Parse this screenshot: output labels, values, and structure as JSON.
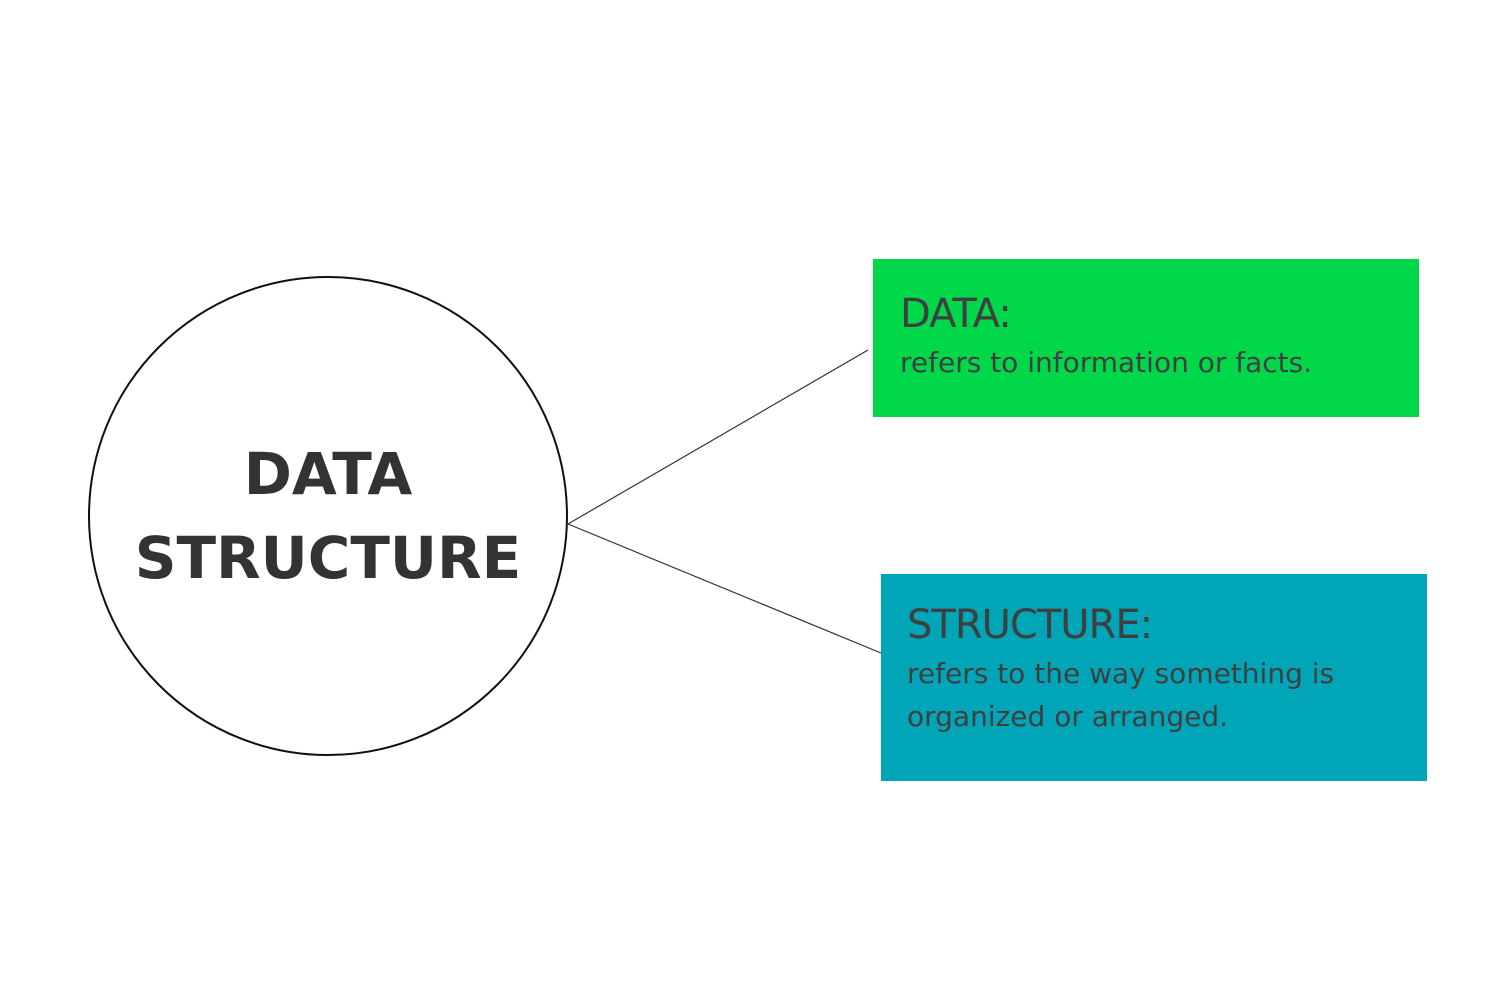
{
  "diagram": {
    "center": {
      "lines": [
        "DATA",
        "STRUCTURE"
      ]
    },
    "boxes": [
      {
        "title": "DATA:",
        "lines": [
          "refers to information or facts."
        ],
        "color": "#00d84a"
      },
      {
        "title": "STRUCTURE:",
        "lines": [
          "refers to the way something is",
          "organized or arranged."
        ],
        "color": "#00a6b8"
      }
    ],
    "connector_color": "#333333"
  }
}
